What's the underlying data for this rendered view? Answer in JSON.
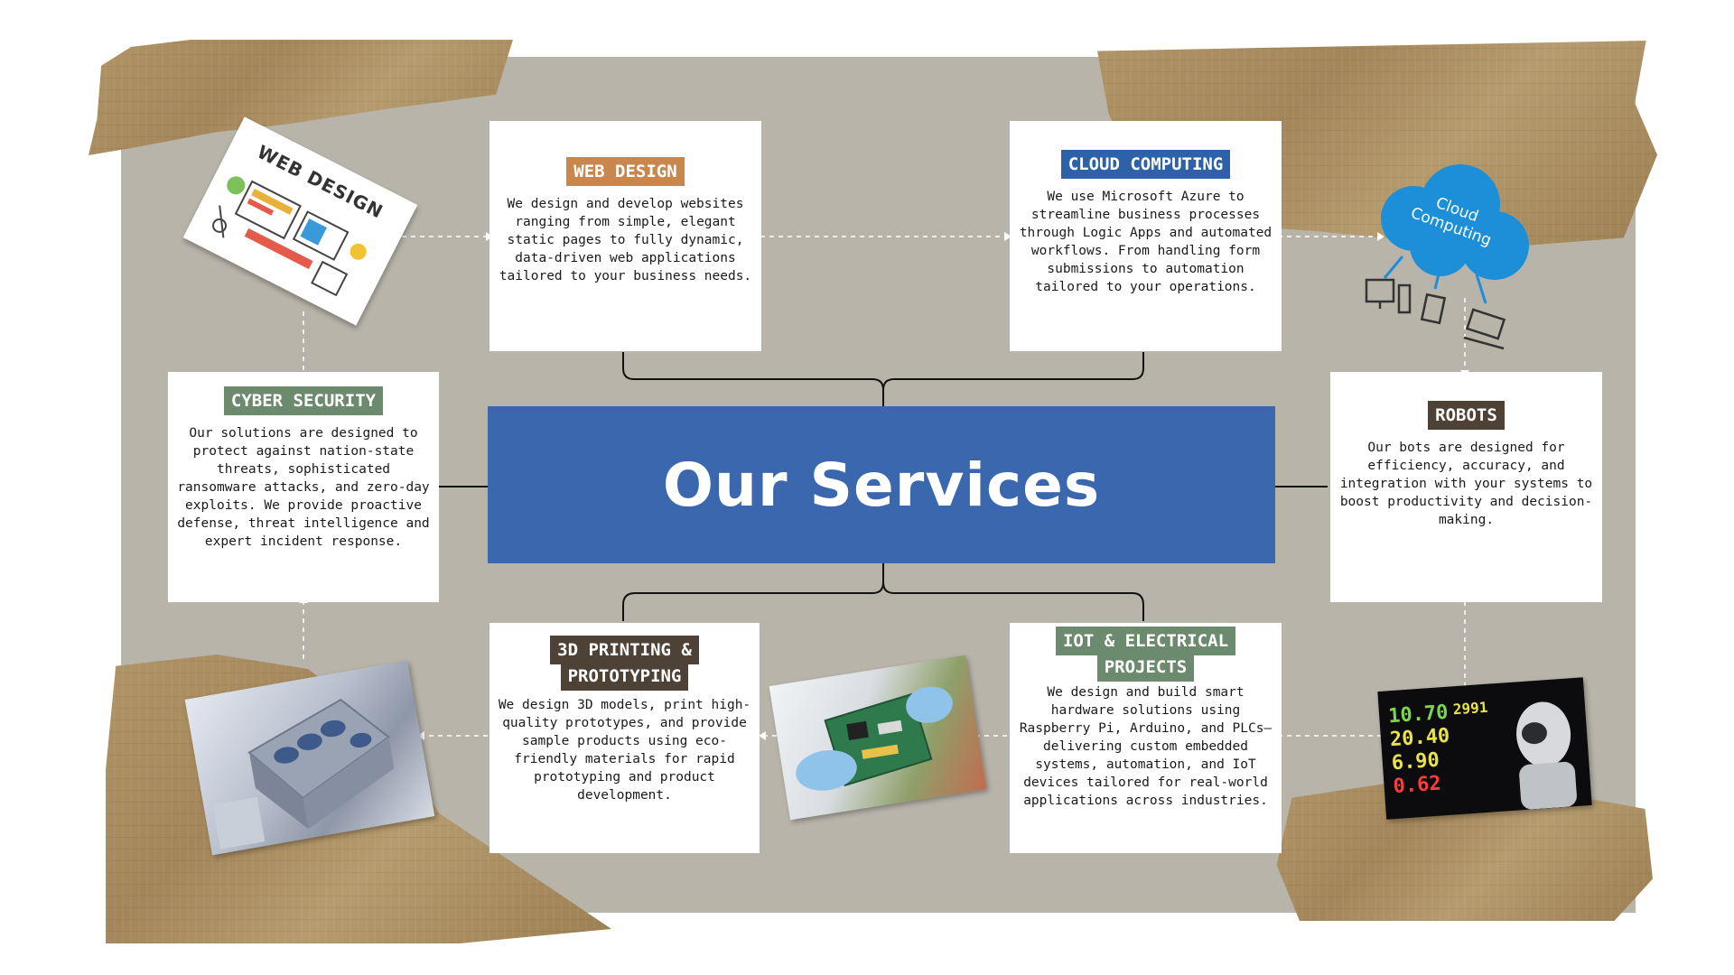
{
  "title": "Our Services",
  "colors": {
    "board": "#b8b4aa",
    "title_bg": "#3a67ad",
    "web_tag": "#c9874e",
    "cloud_tag": "#2d62a8",
    "cyber_tag": "#6c8a6d",
    "robots_tag": "#4e4237",
    "print_tag": "#4e4237",
    "iot_tag": "#6c8a6d",
    "cloud_icon": "#1c8fd8"
  },
  "services": {
    "web": {
      "label": "WEB DESIGN",
      "text": "We design and develop websites ranging from simple, elegant static pages to fully dynamic, data-driven web applications tailored to your business needs."
    },
    "cloud": {
      "label": "CLOUD COMPUTING",
      "text": "We use Microsoft Azure to streamline business processes through Logic Apps and automated workflows. From handling form submissions to automation tailored to your operations."
    },
    "cyber": {
      "label": "CYBER SECURITY",
      "text": "Our solutions are designed to protect against nation-state threats, sophisticated ransomware attacks, and zero-day exploits. We provide proactive defense, threat intelligence and expert incident response."
    },
    "robots": {
      "label": "ROBOTS",
      "text": "Our bots are designed for efficiency, accuracy, and integration with your systems to boost productivity and decision-making."
    },
    "printing": {
      "label_line1": "3D PRINTING &",
      "label_line2": "PROTOTYPING",
      "text": "We design 3D models, print high-quality prototypes, and provide sample products using eco-friendly materials for rapid prototyping and product development."
    },
    "iot": {
      "label_line1": "IOT & ELECTRICAL",
      "label_line2": "PROJECTS",
      "text": "We design and build smart hardware solutions using Raspberry Pi, Arduino, and PLCs—delivering custom embedded systems, automation, and IoT devices tailored for real-world applications across industries."
    }
  },
  "illustrations": {
    "web_design_card": {
      "heading": "WEB DESIGN",
      "icon": "web-design-illustration"
    },
    "cloud": {
      "label_line1": "Cloud",
      "label_line2": "Computing",
      "icon": "cloud-computing-icon"
    },
    "printer_photo": {
      "icon": "3d-printed-engine-photo"
    },
    "circuit_photo": {
      "icon": "circuit-board-photo"
    },
    "robot_photo": {
      "icon": "robot-stock-ticker-photo"
    }
  },
  "ticker_values": [
    "10.70",
    "2991",
    "20.40",
    "6.90",
    "0.62"
  ]
}
